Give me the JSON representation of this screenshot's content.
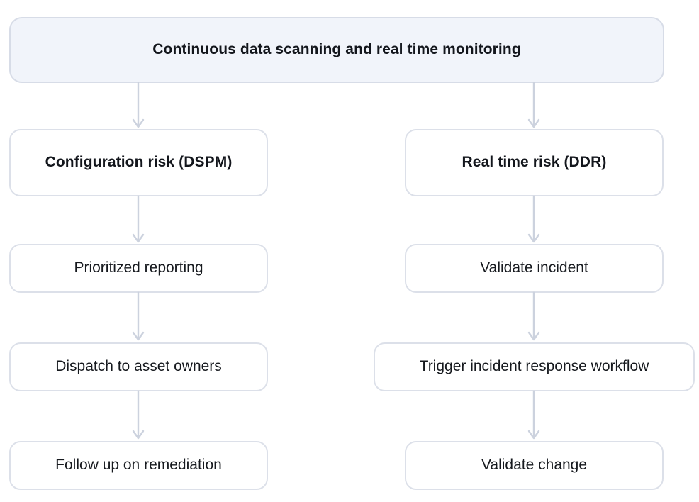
{
  "diagram": {
    "title": "Continuous data scanning and real time monitoring",
    "colors": {
      "header_fill": "#f1f4fa",
      "node_fill": "#ffffff",
      "node_border": "#dce0e9",
      "arrow": "#ccd2de",
      "text": "#15181d"
    },
    "header": {
      "label": "Continuous data scanning and real time monitoring"
    },
    "branches": [
      {
        "name": "configuration-risk",
        "heading": "Configuration risk (DSPM)",
        "steps": [
          "Prioritized reporting",
          "Dispatch to asset owners",
          "Follow up on remediation"
        ]
      },
      {
        "name": "real-time-risk",
        "heading": "Real time risk (DDR)",
        "steps": [
          "Validate incident",
          "Trigger incident response workflow",
          "Validate change"
        ]
      }
    ]
  }
}
